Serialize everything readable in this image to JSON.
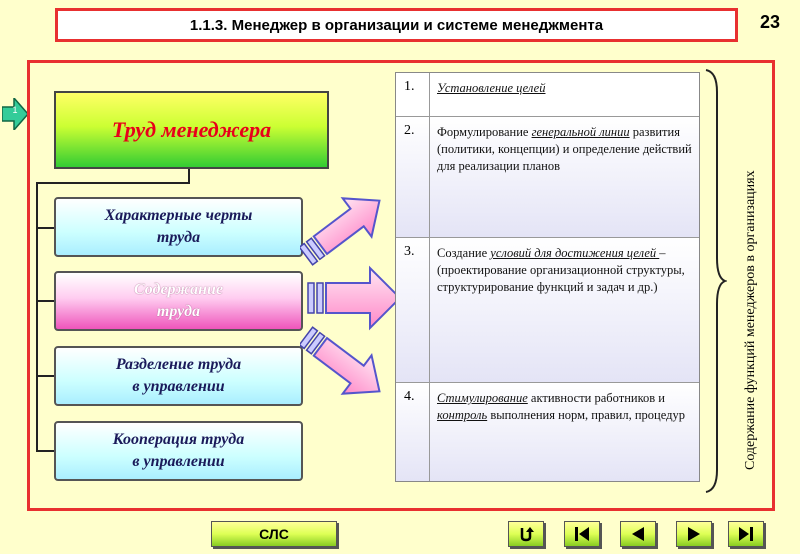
{
  "header": {
    "title": "1.1.3. Менеджер в организации и системе менеджмента",
    "page_number": "23"
  },
  "left": {
    "main_title": "Труд менеджера",
    "items": [
      {
        "line1": "Характерные черты",
        "line2": "труда"
      },
      {
        "line1": "Содержание",
        "line2": "труда"
      },
      {
        "line1": "Разделение труда",
        "line2": "в управлении"
      },
      {
        "line1": "Кооперация труда",
        "line2": "в управлении"
      }
    ]
  },
  "table": {
    "rows": [
      {
        "num": "1.",
        "parts": [
          {
            "t": "Установление целей",
            "u": true
          }
        ]
      },
      {
        "num": "2.",
        "parts": [
          {
            "t": "Формулирование "
          },
          {
            "t": "генеральной линии",
            "u": true
          },
          {
            "t": " развития (политики, концепции) и определение действий для реализации планов"
          }
        ]
      },
      {
        "num": "3.",
        "parts": [
          {
            "t": "Создание "
          },
          {
            "t": "условий для достижения целей ",
            "u": true
          },
          {
            "t": "– (проектирование организационной структуры, структурирование функций и задач и др.)"
          }
        ]
      },
      {
        "num": "4.",
        "parts": [
          {
            "t": "Стимулирование",
            "u": true
          },
          {
            "t": " активности работников  и "
          },
          {
            "t": "контроль",
            "u": true
          },
          {
            "t": " выполнения норм, правил, процедур"
          }
        ]
      }
    ]
  },
  "side_label": "Содержание функций менеджеров в организациях",
  "footer": {
    "sls_label": "СЛС",
    "nav": [
      "return-icon",
      "first-slide-icon",
      "prev-slide-icon",
      "next-slide-icon",
      "last-slide-icon"
    ]
  },
  "colors": {
    "frame": "#e83030",
    "main_title_text": "#e8001a",
    "arrow_fill": "#ff99cc",
    "arrow_stroke": "#5555cc"
  }
}
